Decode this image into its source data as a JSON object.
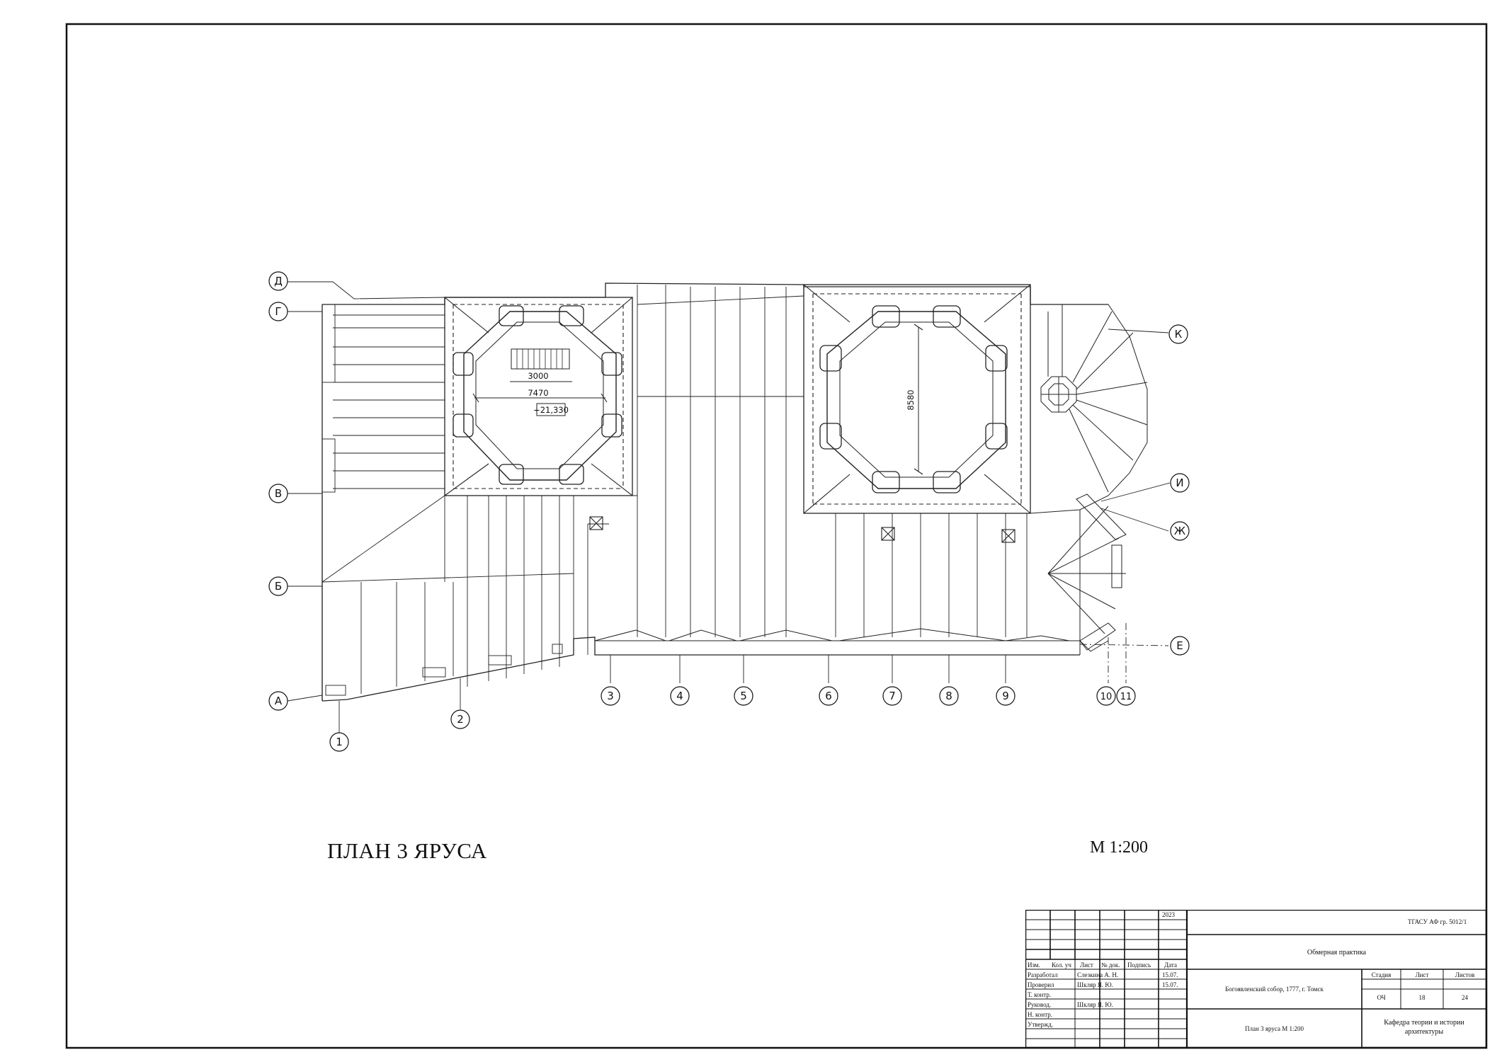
{
  "drawing": {
    "title": "ПЛАН 3 ЯРУСА",
    "scale": "М 1:200",
    "dimensions": {
      "stair_width": "3000",
      "dome1_width": "7470",
      "dome2_width": "8580",
      "level_mark": "+21,330"
    },
    "grid_axes_numbers": [
      "1",
      "2",
      "3",
      "4",
      "5",
      "6",
      "7",
      "8",
      "9",
      "10",
      "11"
    ],
    "grid_axes_letters": [
      "Д",
      "Г",
      "В",
      "Б",
      "А",
      "К",
      "И",
      "Ж",
      "Е"
    ]
  },
  "title_block": {
    "year": "2023",
    "code": "ТГАСУ АФ гр. 5012/1",
    "practice": "Обмерная практика",
    "object": "Богоявленский собор, 1777, г. Томск",
    "sheet_name": "План 3 яруса  М 1:200",
    "department": "Кафедра теории и истории архитектуры",
    "headers": [
      "Изм.",
      "Кол. уч",
      "Лист",
      "№ док.",
      "Подпись",
      "Дата"
    ],
    "roles": [
      {
        "role": "Разработал",
        "name": "Слезкина А. Н.",
        "date": "15.07."
      },
      {
        "role": "Проверил",
        "name": "Шкляр Я. Ю.",
        "date": "15.07."
      },
      {
        "role": "Т. контр.",
        "name": "",
        "date": ""
      },
      {
        "role": "Руковод.",
        "name": "Шкляр Я. Ю.",
        "date": ""
      },
      {
        "role": "Н. контр.",
        "name": "",
        "date": ""
      },
      {
        "role": "Утвержд.",
        "name": "",
        "date": ""
      }
    ],
    "stage_label": "Стадия",
    "sheet_label": "Лист",
    "sheets_label": "Листов",
    "stage": "ОЧ",
    "sheet": "18",
    "sheets": "24"
  }
}
